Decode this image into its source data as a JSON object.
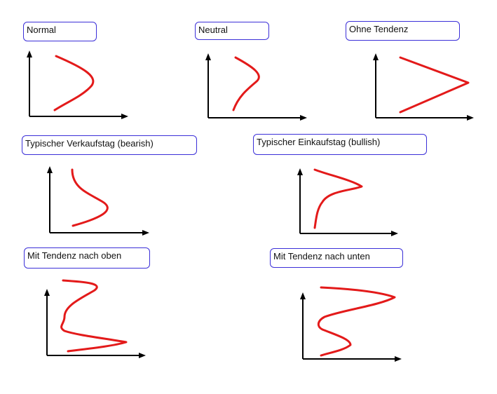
{
  "panels": [
    {
      "id": "normal",
      "label": "Normal"
    },
    {
      "id": "neutral",
      "label": "Neutral"
    },
    {
      "id": "ohne-tendenz",
      "label": "Ohne Tendenz"
    },
    {
      "id": "verkaufstag",
      "label": "Typischer Verkaufstag (bearish)"
    },
    {
      "id": "einkaufstag",
      "label": "Typischer Einkaufstag (bullish)"
    },
    {
      "id": "tendenz-oben",
      "label": "Mit Tendenz nach oben"
    },
    {
      "id": "tendenz-unten",
      "label": "Mit Tendenz nach unten"
    }
  ],
  "colors": {
    "label_border": "#3b2fd8",
    "curve": "#e31a1a",
    "axis": "#000000"
  }
}
